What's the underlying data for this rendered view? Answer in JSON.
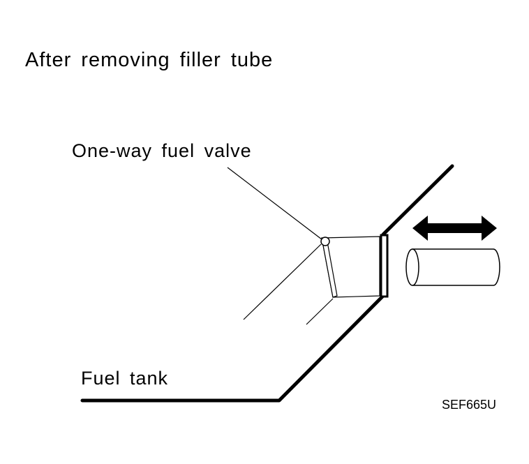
{
  "title": "After removing filler tube",
  "labels": {
    "valve": "One-way fuel valve",
    "tank": "Fuel tank",
    "figure_code": "SEF665U"
  },
  "icons": {
    "arrow": "double-headed-arrow-icon"
  },
  "colors": {
    "line": "#000000",
    "background": "#ffffff"
  }
}
